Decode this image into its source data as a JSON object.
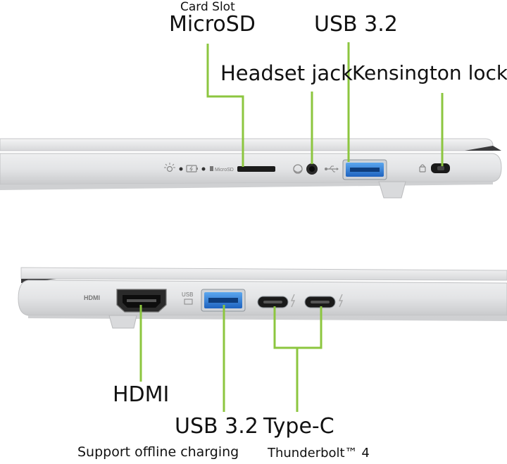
{
  "top_labels": {
    "card_slot_caption": "Card Slot",
    "microsd": "MicroSD",
    "usb_top": "USB 3.2",
    "headset_jack": "Headset jack",
    "kensington_lock": "Kensington lock"
  },
  "bottom_labels": {
    "hdmi": "HDMI",
    "usb_bottom": "USB 3.2",
    "usb_bottom_sub": "Support offline charging",
    "type_c": "Type-C",
    "type_c_sub": "Thunderbolt™ 4"
  },
  "port_markings": {
    "microsd_print": "MicroSD",
    "hdmi_print": "HDMI",
    "usb_print": "USB"
  },
  "colors": {
    "leader_line": "#8cc63f",
    "chassis": "#e6e7e9",
    "usb_port": "#2f7fd6"
  },
  "icons": [
    "light-icon",
    "battery-charging-icon",
    "headset-icon",
    "usb-symbol-icon",
    "lock-icon",
    "thunderbolt-icon"
  ]
}
